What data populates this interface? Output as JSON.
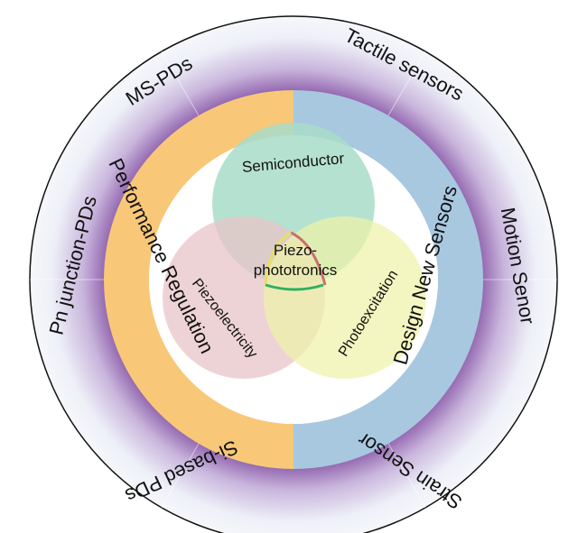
{
  "center_label": {
    "line1": "Piezo-",
    "line2": "phototronics"
  },
  "venn": [
    {
      "label": "Semiconductor",
      "color": "#a8dcc8"
    },
    {
      "label": "Piezoelectricity",
      "color": "#e8c4c8"
    },
    {
      "label": "Photoexcitation",
      "color": "#eef2a8"
    }
  ],
  "middle_ring": [
    {
      "label": "Performance Regulation",
      "color": "#f8c878"
    },
    {
      "label": "Design New Sensors",
      "color": "#a8c8e0"
    }
  ],
  "outer_ring": [
    {
      "label": "Tactile sensors"
    },
    {
      "label": "Motion Senor"
    },
    {
      "label": "Strain Sensor"
    },
    {
      "label": "Si-based PDs"
    },
    {
      "label": "Pn junction-PDs"
    },
    {
      "label": "MS-PDs"
    }
  ],
  "colors": {
    "outer_ring_glow": "#9b6fb3",
    "outer_ring_light": "#eef0f8",
    "outline": "#111111"
  }
}
